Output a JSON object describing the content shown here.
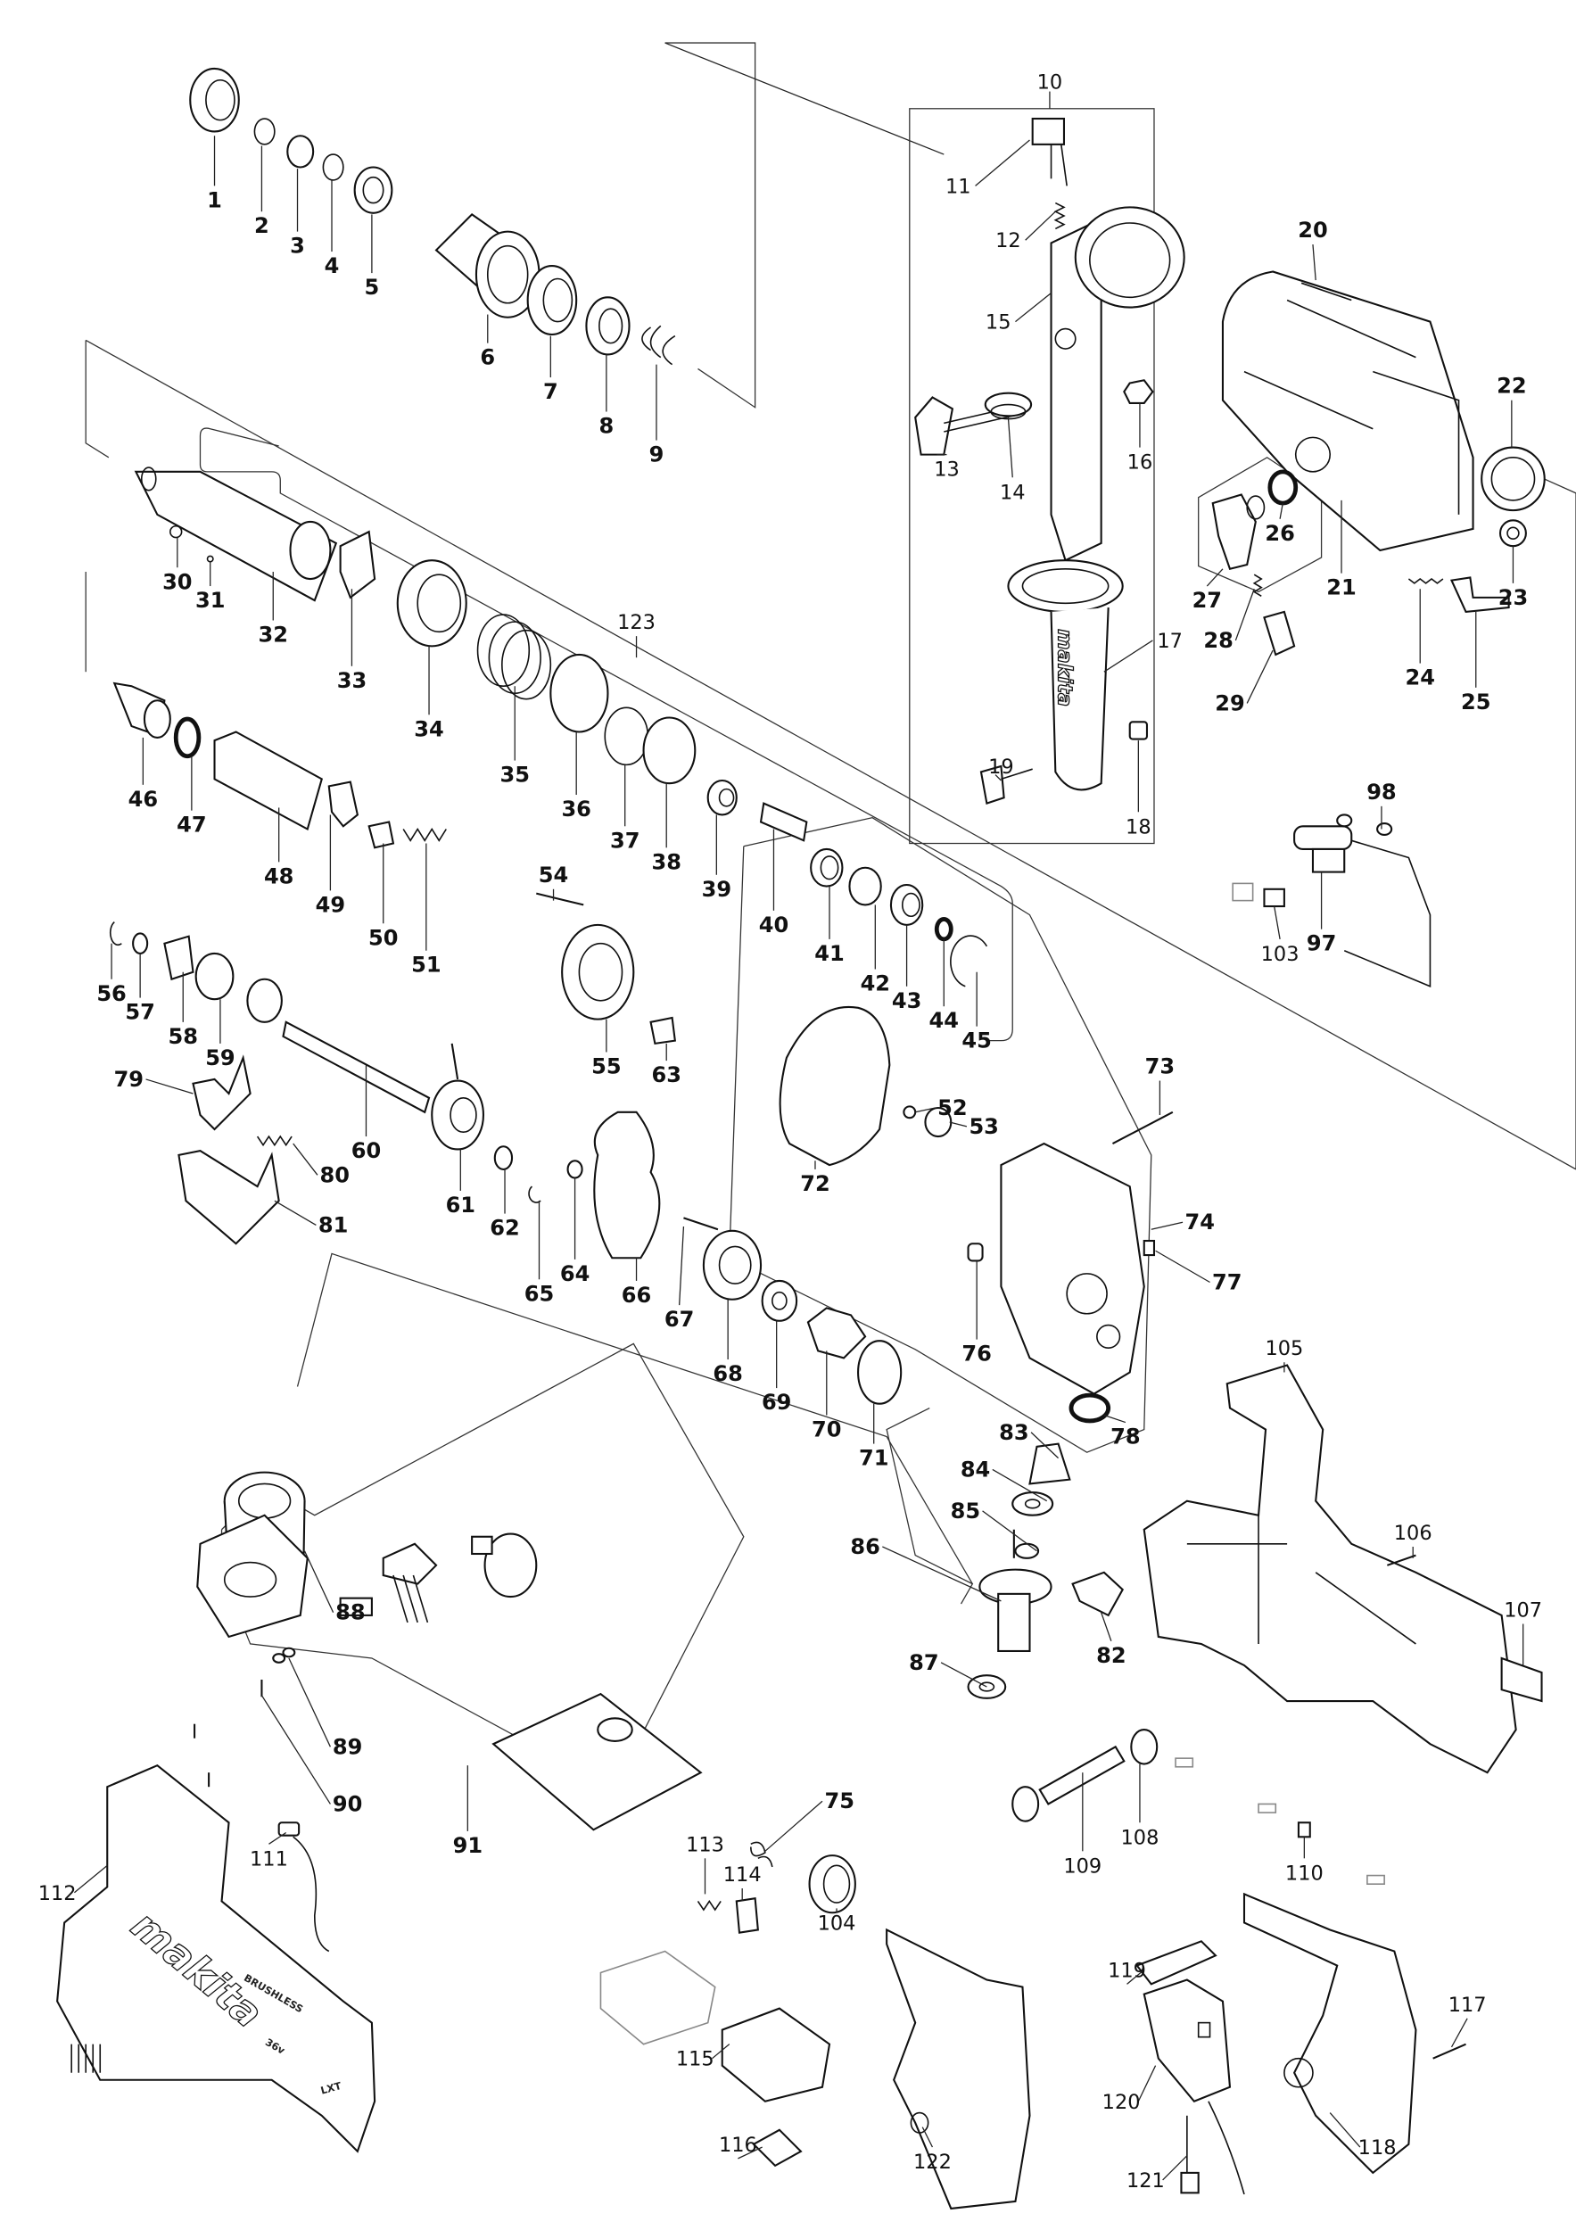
{
  "diagram": {
    "title": "Exploded parts diagram — cordless rotary hammer",
    "style": {
      "ink": "#111111",
      "paper": "#ffffff",
      "frame_line": "#333333"
    },
    "labels": [
      "1",
      "2",
      "3",
      "4",
      "5",
      "6",
      "7",
      "8",
      "9",
      "10",
      "11",
      "12",
      "13",
      "14",
      "15",
      "16",
      "17",
      "18",
      "19",
      "20",
      "21",
      "22",
      "23",
      "24",
      "25",
      "26",
      "27",
      "28",
      "29",
      "30",
      "31",
      "32",
      "33",
      "34",
      "35",
      "36",
      "37",
      "38",
      "39",
      "40",
      "41",
      "42",
      "43",
      "44",
      "45",
      "46",
      "47",
      "48",
      "49",
      "50",
      "51",
      "52",
      "53",
      "54",
      "55",
      "56",
      "57",
      "58",
      "59",
      "60",
      "61",
      "62",
      "63",
      "64",
      "65",
      "66",
      "67",
      "68",
      "69",
      "70",
      "71",
      "72",
      "73",
      "74",
      "75",
      "76",
      "77",
      "78",
      "79",
      "80",
      "81",
      "82",
      "83",
      "84",
      "85",
      "86",
      "87",
      "88",
      "89",
      "90",
      "91",
      "97",
      "98",
      "103",
      "104",
      "105",
      "106",
      "107",
      "108",
      "109",
      "110",
      "111",
      "112",
      "113",
      "114",
      "115",
      "116",
      "117",
      "118",
      "119",
      "120",
      "121",
      "122",
      "123"
    ],
    "housing_markings": {
      "brand": "makita",
      "motor_type": "BRUSHLESS",
      "voltage": "36v",
      "platform": "LXT"
    }
  }
}
